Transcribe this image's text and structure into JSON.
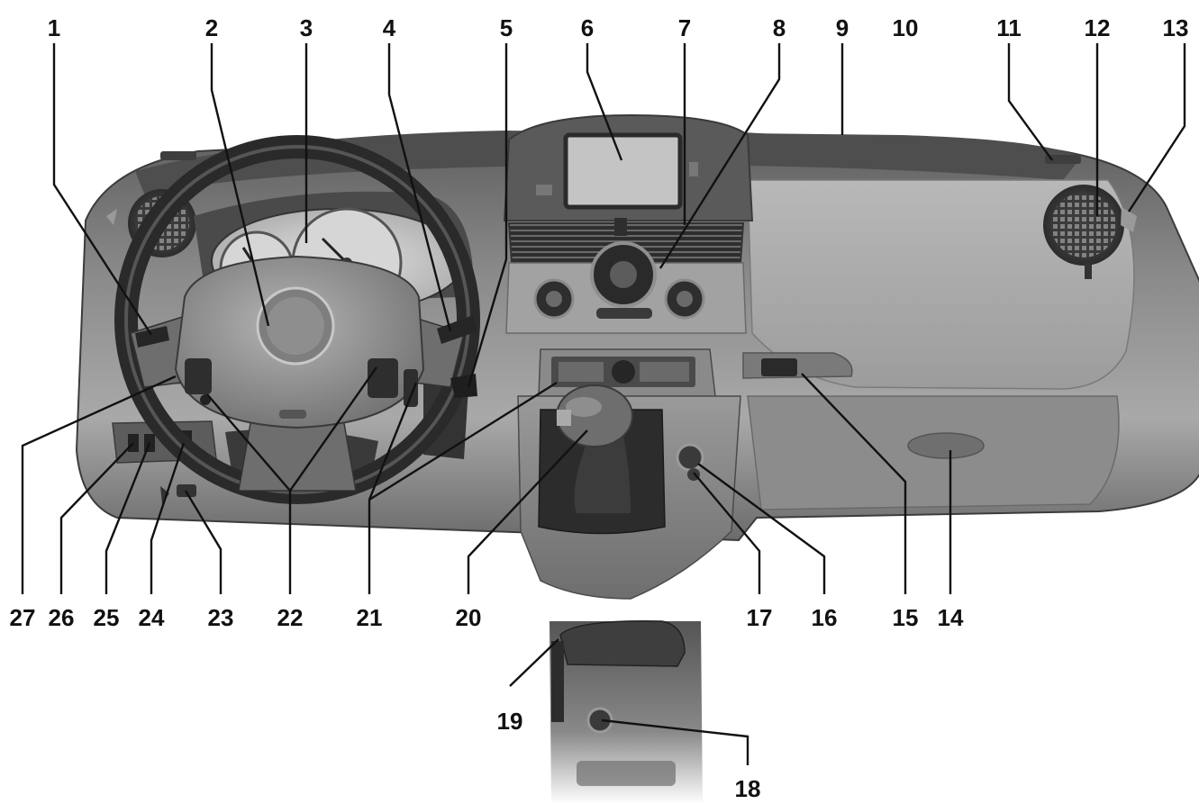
{
  "diagram": {
    "subject": "vehicle dashboard",
    "callouts": [
      {
        "id": 1,
        "label": "1"
      },
      {
        "id": 2,
        "label": "2"
      },
      {
        "id": 3,
        "label": "3"
      },
      {
        "id": 4,
        "label": "4"
      },
      {
        "id": 5,
        "label": "5"
      },
      {
        "id": 6,
        "label": "6"
      },
      {
        "id": 7,
        "label": "7"
      },
      {
        "id": 8,
        "label": "8"
      },
      {
        "id": 9,
        "label": "9"
      },
      {
        "id": 10,
        "label": "10"
      },
      {
        "id": 11,
        "label": "11"
      },
      {
        "id": 12,
        "label": "12"
      },
      {
        "id": 13,
        "label": "13"
      },
      {
        "id": 14,
        "label": "14"
      },
      {
        "id": 15,
        "label": "15"
      },
      {
        "id": 16,
        "label": "16"
      },
      {
        "id": 17,
        "label": "17"
      },
      {
        "id": 18,
        "label": "18"
      },
      {
        "id": 19,
        "label": "19"
      },
      {
        "id": 20,
        "label": "20"
      },
      {
        "id": 21,
        "label": "21"
      },
      {
        "id": 22,
        "label": "22"
      },
      {
        "id": 23,
        "label": "23"
      },
      {
        "id": 24,
        "label": "24"
      },
      {
        "id": 25,
        "label": "25"
      },
      {
        "id": 26,
        "label": "26"
      },
      {
        "id": 27,
        "label": "27"
      }
    ]
  }
}
